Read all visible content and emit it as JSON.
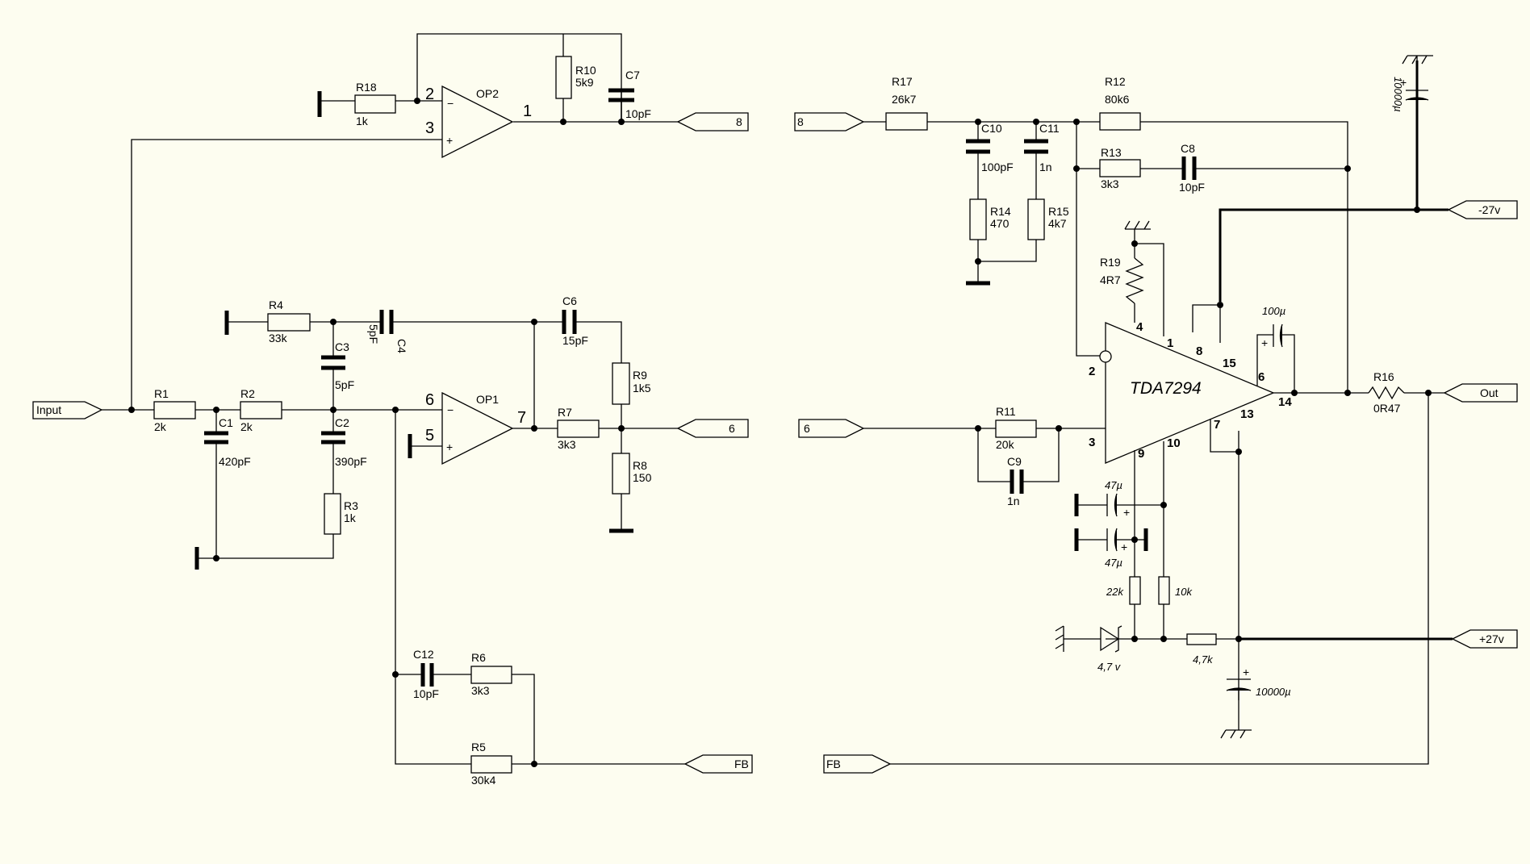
{
  "chip": {
    "name": "TDA7294",
    "pins": [
      "2",
      "3",
      "4",
      "1",
      "8",
      "15",
      "6",
      "14",
      "13",
      "7",
      "9",
      "10"
    ]
  },
  "opamps": [
    {
      "name": "OP2",
      "pin_inv": "2",
      "pin_noninv": "3",
      "pin_out": "1",
      "minus": "−",
      "plus": "+"
    },
    {
      "name": "OP1",
      "pin_inv": "6",
      "pin_noninv": "5",
      "pin_out": "7",
      "minus": "−",
      "plus": "+"
    }
  ],
  "components": [
    {
      "ref": "R18",
      "value": "1k"
    },
    {
      "ref": "R10",
      "value": "5k9"
    },
    {
      "ref": "C7",
      "value": "10pF"
    },
    {
      "ref": "R4",
      "value": "33k"
    },
    {
      "ref": "C4",
      "value": "5pF"
    },
    {
      "ref": "C6",
      "value": "15pF"
    },
    {
      "ref": "C3",
      "value": "5pF"
    },
    {
      "ref": "R1",
      "value": "2k"
    },
    {
      "ref": "R2",
      "value": "2k"
    },
    {
      "ref": "C1",
      "value": "420pF"
    },
    {
      "ref": "C2",
      "value": "390pF"
    },
    {
      "ref": "R3",
      "value": "1k"
    },
    {
      "ref": "R7",
      "value": "3k3"
    },
    {
      "ref": "R9",
      "value": "1k5"
    },
    {
      "ref": "R8",
      "value": "150"
    },
    {
      "ref": "C12",
      "value": "10pF"
    },
    {
      "ref": "R6",
      "value": "3k3"
    },
    {
      "ref": "R5",
      "value": "30k4"
    },
    {
      "ref": "R17",
      "value": "26k7"
    },
    {
      "ref": "C10",
      "value": "100pF"
    },
    {
      "ref": "C11",
      "value": "1n"
    },
    {
      "ref": "R14",
      "value": "470"
    },
    {
      "ref": "R15",
      "value": "4k7"
    },
    {
      "ref": "R12",
      "value": "80k6"
    },
    {
      "ref": "R13",
      "value": "3k3"
    },
    {
      "ref": "C8",
      "value": "10pF"
    },
    {
      "ref": "R19",
      "value": "4R7"
    },
    {
      "ref": "R11",
      "value": "20k"
    },
    {
      "ref": "C9",
      "value": "1n"
    },
    {
      "ref": "R16",
      "value": "0R47"
    }
  ],
  "unlabeled_parts": [
    "100µ",
    "47µ",
    "47µ",
    "22k",
    "10k",
    "4,7 v",
    "4,7k",
    "10000µ",
    "10000µ"
  ],
  "ports": [
    "Input",
    "8",
    "8",
    "6",
    "6",
    "FB",
    "FB",
    "-27v",
    "Out",
    "+27v"
  ],
  "polarity_mark": "+"
}
